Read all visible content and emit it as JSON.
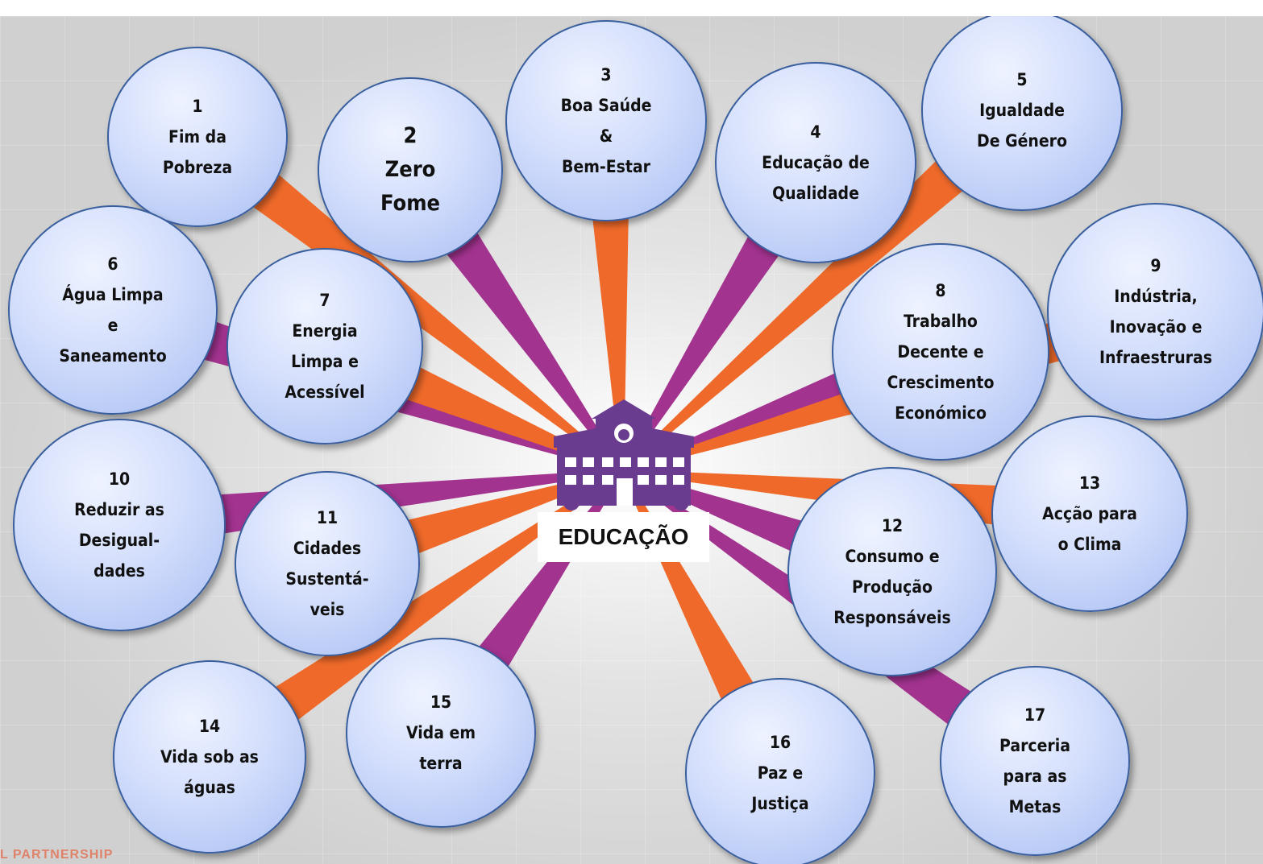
{
  "center": {
    "label": "EDUCAÇÃO"
  },
  "nodes": [
    {
      "id": "1",
      "lines": [
        "1",
        "Fim da",
        "Pobreza"
      ],
      "ray_color": "orange"
    },
    {
      "id": "2",
      "lines": [
        "2",
        "Zero",
        "Fome"
      ],
      "ray_color": "purple"
    },
    {
      "id": "3",
      "lines": [
        "3",
        "Boa Saúde",
        "&",
        "Bem-Estar"
      ],
      "ray_color": "orange"
    },
    {
      "id": "4",
      "lines": [
        "4",
        "Educação de",
        "Qualidade"
      ],
      "ray_color": "purple"
    },
    {
      "id": "5",
      "lines": [
        "5",
        "Igualdade",
        "De Género"
      ],
      "ray_color": "orange"
    },
    {
      "id": "6",
      "lines": [
        "6",
        "Água Limpa",
        "e",
        "Saneamento"
      ],
      "ray_color": "purple"
    },
    {
      "id": "7",
      "lines": [
        "7",
        "Energia",
        "Limpa e",
        "Acessível"
      ],
      "ray_color": "orange"
    },
    {
      "id": "8",
      "lines": [
        "8",
        "Trabalho",
        "Decente e",
        "Crescimento",
        "Económico"
      ],
      "ray_color": "purple"
    },
    {
      "id": "9",
      "lines": [
        "9",
        "Indústria,",
        "Inovação e",
        "Infraestruras"
      ],
      "ray_color": "orange"
    },
    {
      "id": "10",
      "lines": [
        "10",
        "Reduzir as",
        "Desigual-",
        "dades"
      ],
      "ray_color": "purple"
    },
    {
      "id": "11",
      "lines": [
        "11",
        "Cidades",
        "Sustentá-",
        "veis"
      ],
      "ray_color": "orange"
    },
    {
      "id": "12",
      "lines": [
        "12",
        "Consumo e",
        "Produção",
        "Responsáveis"
      ],
      "ray_color": "purple"
    },
    {
      "id": "13",
      "lines": [
        "13",
        "Acção para",
        "o Clima"
      ],
      "ray_color": "orange"
    },
    {
      "id": "14",
      "lines": [
        "14",
        "Vida sob as",
        "águas"
      ],
      "ray_color": "orange"
    },
    {
      "id": "15",
      "lines": [
        "15",
        "Vida em",
        "terra"
      ],
      "ray_color": "purple"
    },
    {
      "id": "16",
      "lines": [
        "16",
        "Paz e",
        "Justiça"
      ],
      "ray_color": "orange"
    },
    {
      "id": "17",
      "lines": [
        "17",
        "Parceria",
        "para as",
        "Metas"
      ],
      "ray_color": "purple"
    }
  ],
  "footer": {
    "text": "L PARTNERSHIP"
  },
  "colors": {
    "orange": "#ef6a2a",
    "purple": "#a2338f",
    "icon": "#6a3c8f",
    "node_border": "#3a5f9e"
  }
}
